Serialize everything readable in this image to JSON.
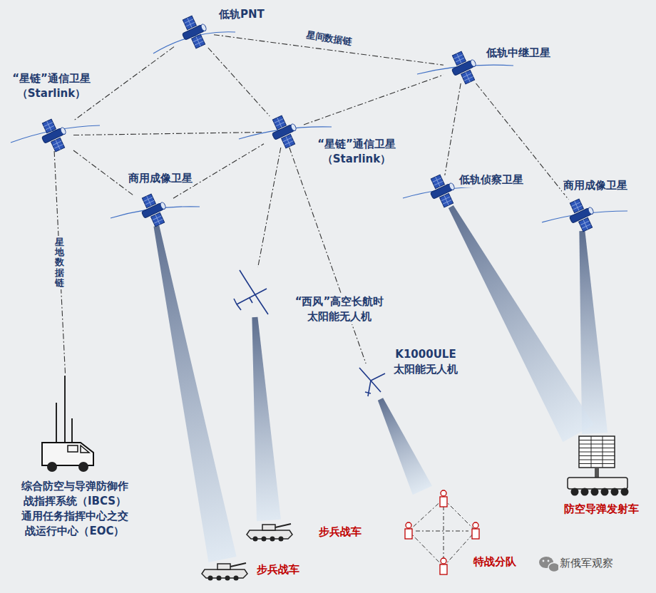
{
  "diagram": {
    "nodes": [
      {
        "text": [
          "低轨PNT"
        ]
      },
      {
        "text": [
          "“星链”通信卫星 （Starlink）"
        ]
      },
      {
        "text": [
          "低轨中继卫星"
        ]
      },
      {
        "text": [
          "“星链”通信卫星 （Starlink）"
        ]
      },
      {
        "text": [
          "商用成像卫星"
        ]
      },
      {
        "text": [
          "低轨侦察卫星"
        ]
      },
      {
        "text": [
          "商用成像卫星"
        ]
      },
      {
        "text": [
          "“西风”高空长航时 太阳能无人机"
        ]
      },
      {
        "text": [
          "K1000ULE 太阳能无人机"
        ]
      },
      {
        "text": [
          "综合防空与导弹防御作 战指挥系统（IBCS） 通用任务指挥中心之交 战运行中心（EOC）"
        ]
      },
      {
        "text": [
          "防空导弹发射车"
        ]
      },
      {
        "text": [
          "步兵战车"
        ]
      },
      {
        "text": [
          "特战分队"
        ]
      },
      {
        "text": [
          "步兵战车"
        ]
      }
    ],
    "edges": [
      {
        "from": 0,
        "to": 1,
        "arrow": "none"
      },
      {
        "from": 0,
        "to": 3,
        "arrow": "none"
      },
      {
        "from": 0,
        "to": 2,
        "label": "星间数据链",
        "arrow": "none"
      },
      {
        "from": 1,
        "to": 3,
        "arrow": "none"
      },
      {
        "from": 1,
        "to": 4,
        "arrow": "none"
      },
      {
        "from": 1,
        "to": 9,
        "label": "星地数据链",
        "arrow": "none"
      },
      {
        "from": 4,
        "to": 3,
        "arrow": "none"
      },
      {
        "from": 3,
        "to": 2,
        "arrow": "none"
      },
      {
        "from": 3,
        "to": 7,
        "arrow": "none"
      },
      {
        "from": 3,
        "to": 8,
        "arrow": "none"
      },
      {
        "from": 2,
        "to": 5,
        "arrow": "none"
      },
      {
        "from": 2,
        "to": 6,
        "arrow": "none"
      },
      {
        "from": 4,
        "to": 13,
        "arrow": "none"
      },
      {
        "from": 7,
        "to": 11,
        "arrow": "none"
      },
      {
        "from": 8,
        "to": 12,
        "arrow": "none"
      },
      {
        "from": 5,
        "to": 10,
        "arrow": "none"
      },
      {
        "from": 6,
        "to": 10,
        "arrow": "none"
      }
    ],
    "labels": [
      "新俄军观察"
    ]
  }
}
